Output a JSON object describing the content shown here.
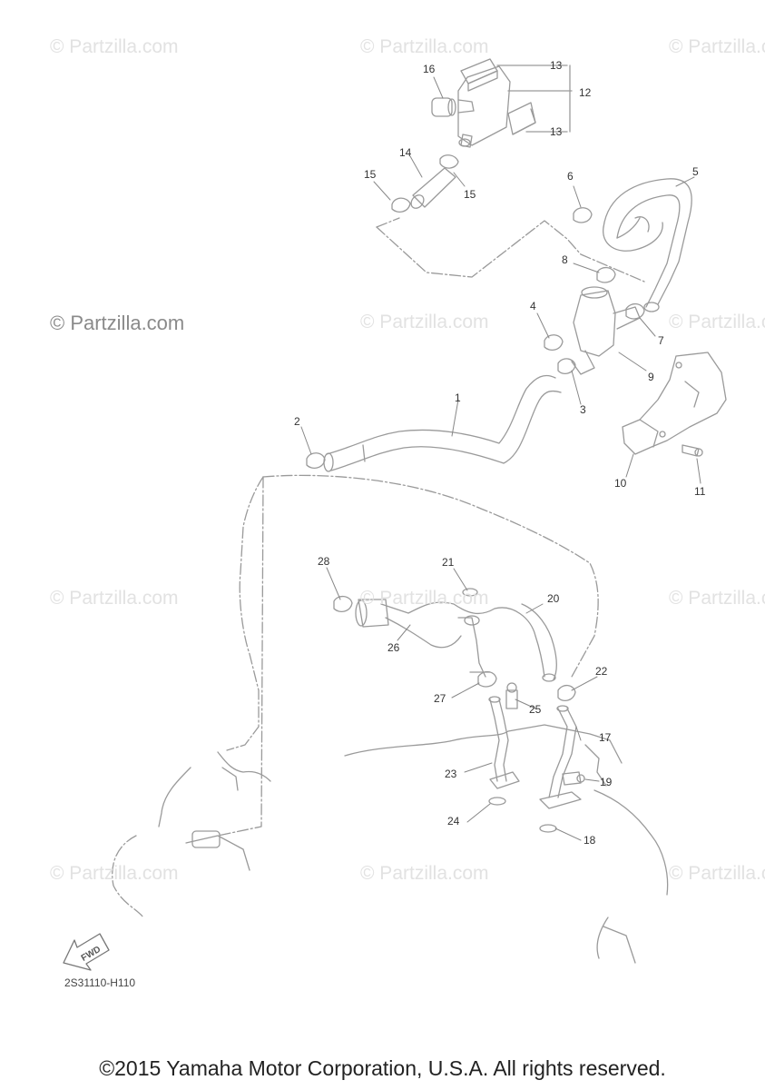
{
  "watermark_text": "© Partzilla.com",
  "diagram_code": "2S31110-H110",
  "fwd_label": "FWD",
  "copyright": "©2015 Yamaha Motor Corporation, U.S.A. All rights reserved.",
  "colors": {
    "line": "#9a9a9a",
    "watermark": "#e2e2e2",
    "text": "#333333"
  },
  "callouts": [
    "1",
    "2",
    "3",
    "4",
    "5",
    "6",
    "7",
    "8",
    "9",
    "10",
    "11",
    "12",
    "13",
    "13",
    "14",
    "15",
    "15",
    "16",
    "17",
    "18",
    "19",
    "20",
    "21",
    "22",
    "23",
    "24",
    "25",
    "26",
    "27",
    "28"
  ]
}
